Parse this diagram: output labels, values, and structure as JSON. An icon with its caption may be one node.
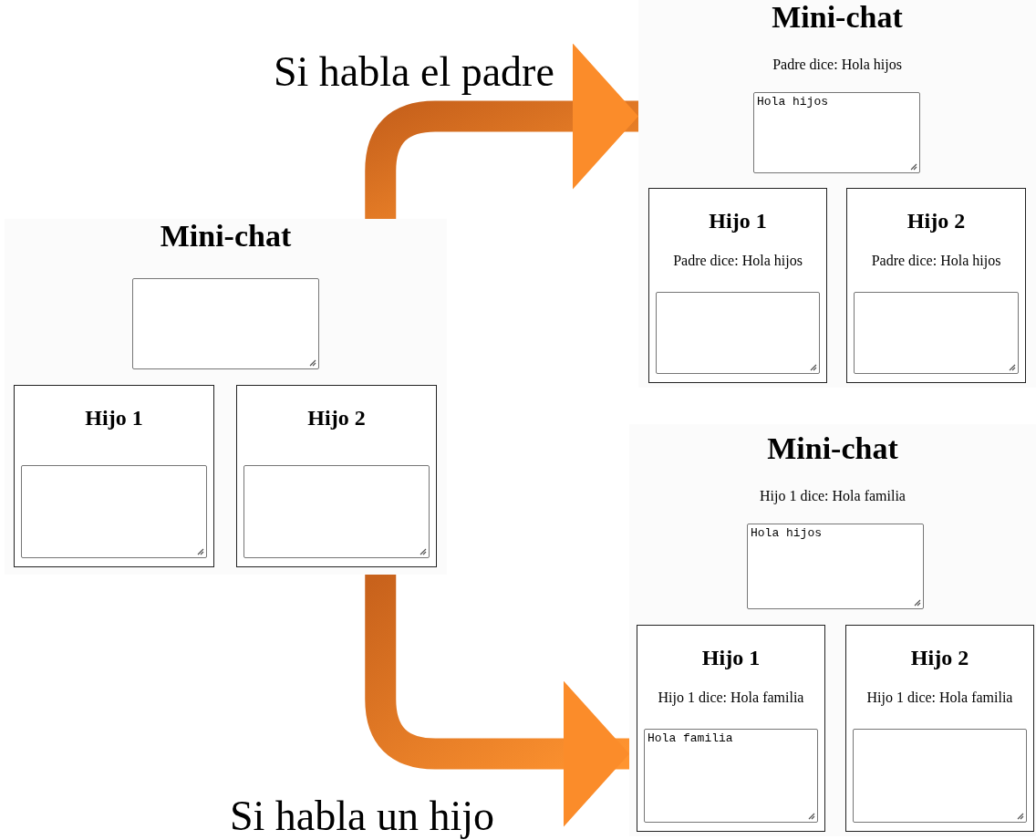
{
  "diagram": {
    "nodes": [
      {
        "text": [
          "Mini-chat"
        ]
      },
      {
        "text": [
          "Hijo 1"
        ],
        "in": 0
      },
      {
        "text": [
          "Hijo 2"
        ],
        "in": 0
      },
      {
        "text": [
          "Mini-chat",
          "Padre dice: Hola hijos",
          "Hola hijos"
        ]
      },
      {
        "text": [
          "Hijo 1",
          "Padre dice: Hola hijos"
        ],
        "in": 3
      },
      {
        "text": [
          "Hijo 2",
          "Padre dice: Hola hijos"
        ],
        "in": 3
      },
      {
        "text": [
          "Mini-chat",
          "Hijo 1 dice: Hola familia",
          "Hola hijos"
        ]
      },
      {
        "text": [
          "Hijo 1",
          "Hijo 1 dice: Hola familia",
          "Hola familia"
        ],
        "in": 6
      },
      {
        "text": [
          "Hijo 2",
          "Hijo 1 dice: Hola familia"
        ],
        "in": 6
      }
    ],
    "edges": [
      {
        "from": 0,
        "to": 3,
        "arrow": "to",
        "label": "Si habla el padre",
        "style": "thick"
      },
      {
        "from": 0,
        "to": 6,
        "arrow": "to",
        "label": "Si habla un hijo",
        "style": "thick"
      }
    ]
  }
}
